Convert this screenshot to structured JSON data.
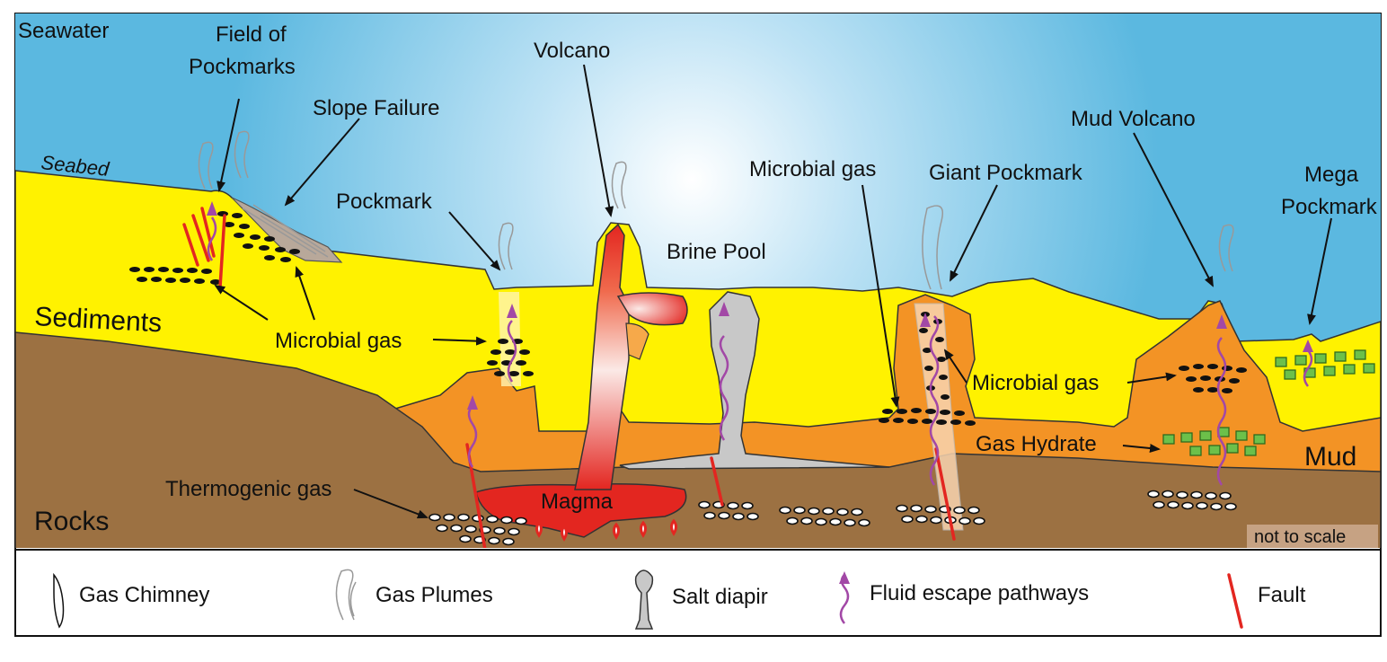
{
  "labels": {
    "seawater": "Seawater",
    "field_of_pockmarks_1": "Field of",
    "field_of_pockmarks_2": "Pockmarks",
    "slope_failure": "Slope Failure",
    "volcano": "Volcano",
    "seabed": "Seabed",
    "pockmark": "Pockmark",
    "brine_pool": "Brine Pool",
    "microbial_gas_top": "Microbial gas",
    "giant_pockmark": "Giant Pockmark",
    "mud_volcano": "Mud Volcano",
    "mega_pockmark_1": "Mega",
    "mega_pockmark_2": "Pockmark",
    "sediments": "Sediments",
    "microbial_gas_left": "Microbial gas",
    "microbial_gas_right": "Microbial gas",
    "gas_hydrate": "Gas Hydrate",
    "mud": "Mud",
    "thermogenic_gas": "Thermogenic gas",
    "magma": "Magma",
    "rocks": "Rocks",
    "not_to_scale": "not to scale"
  },
  "legend": {
    "gas_chimney": "Gas Chimney",
    "gas_plumes": "Gas Plumes",
    "salt_diapir": "Salt diapir",
    "fluid_escape": "Fluid escape pathways",
    "fault": "Fault"
  },
  "colors": {
    "seawater": "#5bb8e0",
    "sediments": "#fff200",
    "mud": "#f39325",
    "rocks": "#9c7142",
    "magma": "#e32620",
    "salt": "#c8c8c8",
    "fluid": "#a248a6",
    "fault": "#e32620",
    "hydrate": "#6cc04a"
  }
}
